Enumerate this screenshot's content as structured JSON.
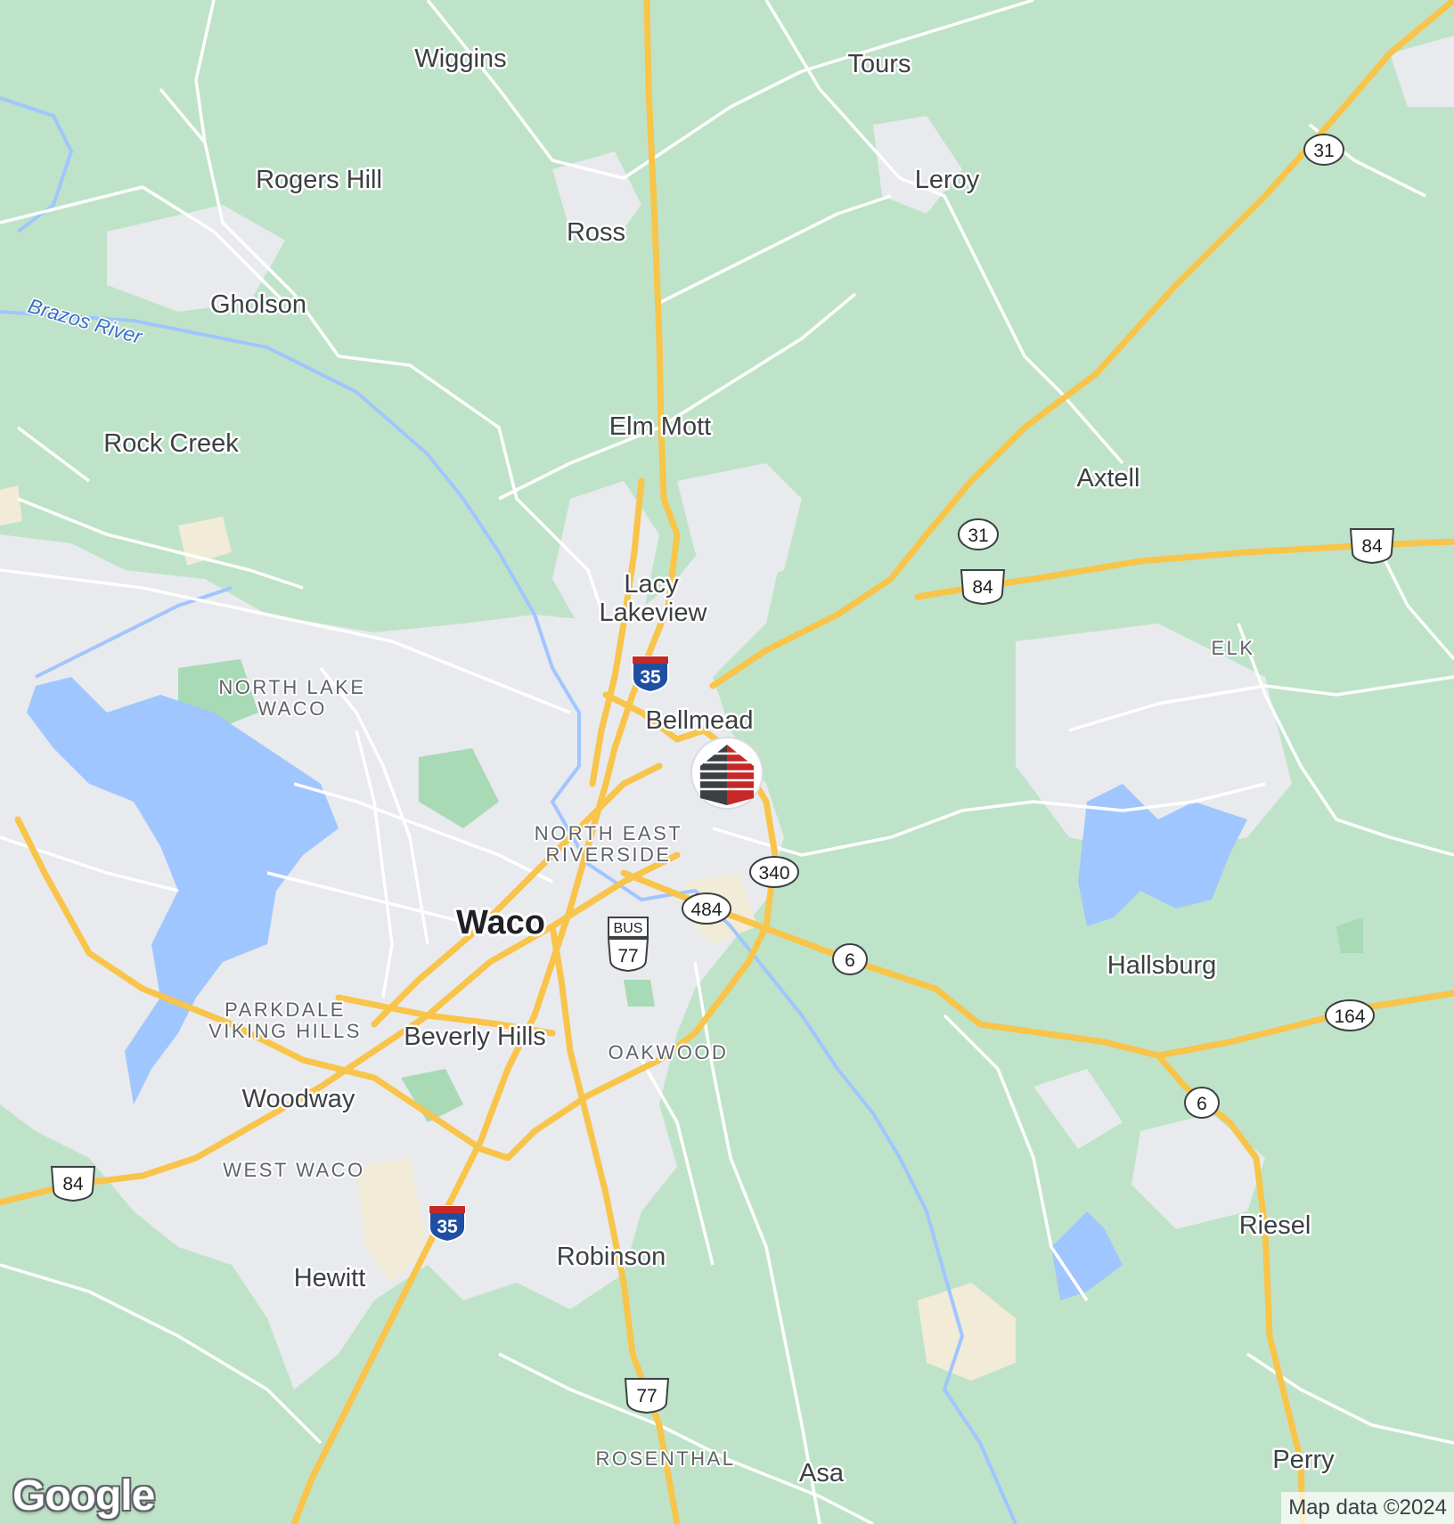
{
  "map": {
    "colors": {
      "land": "#bfe3c8",
      "urban": "#e8eaed",
      "water": "#a0c6ff",
      "park": "#a8dab5",
      "sand": "#f1ebd7",
      "highway": "#f8c44a",
      "highway_casing": "#f3b33a",
      "road": "#ffffff",
      "marker_red": "#c62828"
    },
    "labels": {
      "waco": "Waco",
      "wiggins": "Wiggins",
      "tours": "Tours",
      "rogers_hill": "Rogers Hill",
      "ross": "Ross",
      "leroy": "Leroy",
      "gholson": "Gholson",
      "brazos_river": "Brazos River",
      "rock_creek": "Rock Creek",
      "elm_mott": "Elm Mott",
      "axtell": "Axtell",
      "lacy": "Lacy",
      "lakeview": "Lakeview",
      "north_lake_1": "NORTH LAKE",
      "north_lake_2": "WACO",
      "elk": "ELK",
      "bellmead": "Bellmead",
      "north_east_1": "NORTH EAST",
      "north_east_2": "RIVERSIDE",
      "hallsburg": "Hallsburg",
      "parkdale_1": "PARKDALE",
      "parkdale_2": "VIKING HILLS",
      "beverly_hills": "Beverly Hills",
      "oakwood": "OAKWOOD",
      "woodway": "Woodway",
      "west_waco": "WEST WACO",
      "riesel": "Riesel",
      "hewitt": "Hewitt",
      "robinson": "Robinson",
      "rosenthal": "ROSENTHAL",
      "asa": "Asa",
      "perry": "Perry"
    },
    "shields": {
      "i35_north": "35",
      "i35_south": "35",
      "us84_east": "84",
      "us84_mid": "84",
      "us84_west": "84",
      "sh31_top": "31",
      "sh31_mid": "31",
      "fm340": "340",
      "fm484": "484",
      "bus_label": "BUS",
      "us77_bus": "77",
      "us77_south": "77",
      "sh6_mid": "6",
      "sh6_east": "6",
      "sh164": "164"
    },
    "marker": {
      "icon": "red-building-marker-icon"
    },
    "branding": {
      "logo": "Google",
      "attribution": "Map data ©2024"
    }
  }
}
